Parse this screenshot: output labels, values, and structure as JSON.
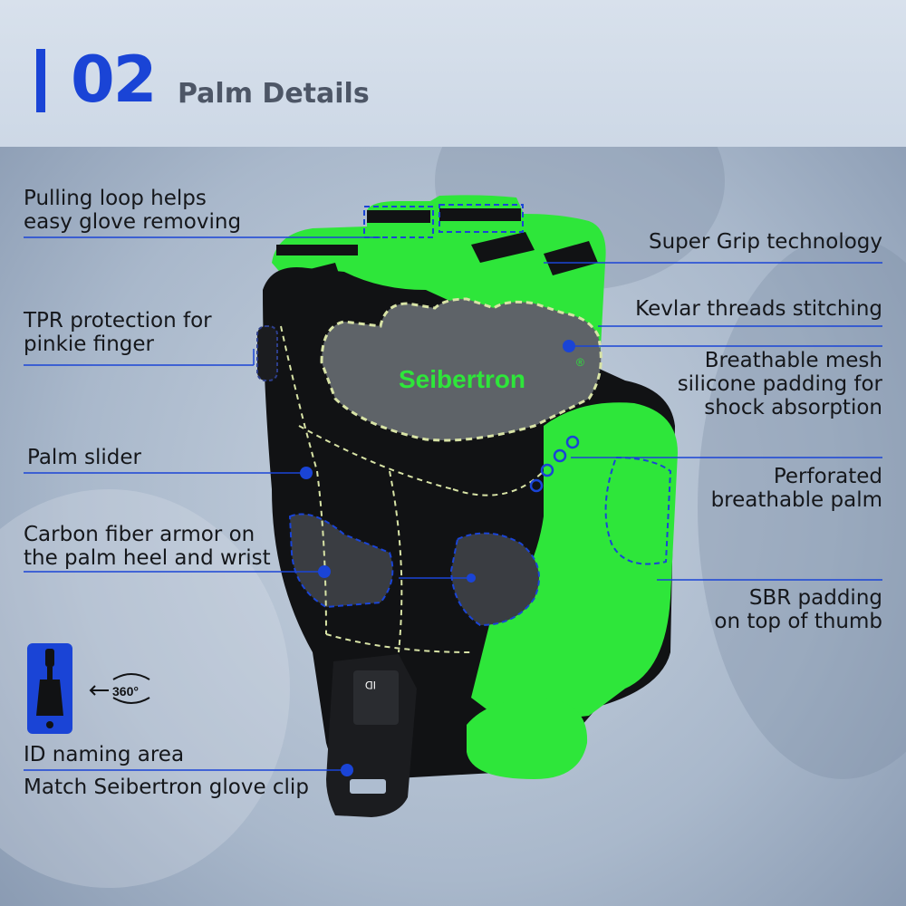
{
  "header": {
    "number": "02",
    "title": "Palm Details"
  },
  "brand": {
    "logo_text": "Seibertron",
    "registered_mark": "®"
  },
  "clip": {
    "rotation_label": "360°",
    "id_text": "ID"
  },
  "callouts": {
    "pulling_loop": "Pulling loop helps\neasy glove removing",
    "tpr_protection": "TPR protection for\npinkie finger",
    "palm_slider": "Palm slider",
    "carbon_armor": "Carbon fiber armor on\nthe palm heel and wrist",
    "id_naming": "ID naming area",
    "match_clip": "Match Seibertron glove clip",
    "super_grip": "Super Grip technology",
    "kevlar": "Kevlar threads stitching",
    "breathable_mesh": "Breathable mesh\nsilicone padding for\nshock absorption",
    "perforated": "Perforated\nbreathable palm",
    "sbr_padding": "SBR padding\non top of thumb"
  },
  "colors": {
    "accent_blue": "#1a44d6",
    "glove_green": "#2ee63a",
    "glove_black": "#111214",
    "header_text": "#4d5666",
    "label_text": "#15171b"
  }
}
